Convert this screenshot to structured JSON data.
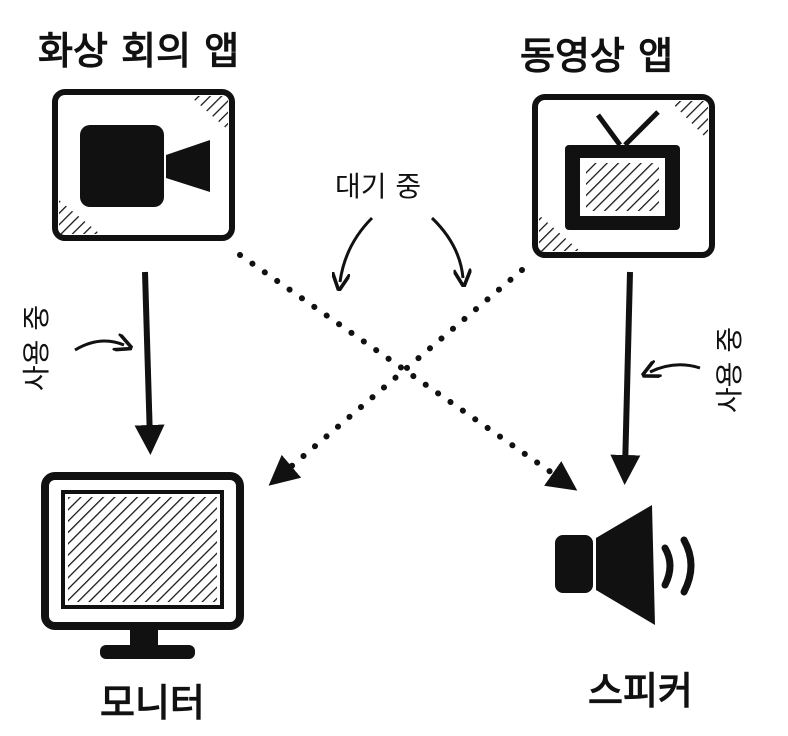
{
  "labels": {
    "video_call_app": "화상 회의 앱",
    "video_app": "동영상 앱",
    "standby": "대기 중",
    "in_use_left": "사용 중",
    "in_use_right": "사용 중",
    "monitor": "모니터",
    "speaker": "스피커"
  },
  "colors": {
    "ink": "#111111",
    "background": "#ffffff"
  }
}
